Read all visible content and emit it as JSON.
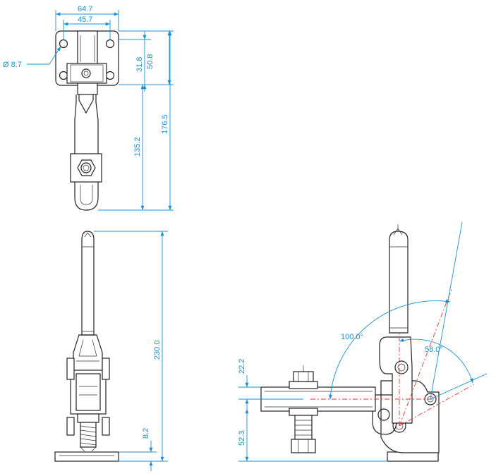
{
  "drawing": {
    "top_view": {
      "width_outer": "64.7",
      "width_inner": "45.7",
      "hole_diameter": "Ø 8.7",
      "hole_spacing_v": "31.8",
      "base_height": "50.8",
      "handle_length": "135.2",
      "overall_length": "176.5"
    },
    "front_view": {
      "overall_height": "230.0",
      "base_thickness": "8.2"
    },
    "side_view": {
      "spindle_height": "22.2",
      "base_to_spindle": "52.3",
      "open_angle": "100.0°",
      "release_angle": "58.0°"
    }
  },
  "colors": {
    "dimension": "#1d8fd1",
    "part": "#222222",
    "centerline": "#e0362c"
  }
}
